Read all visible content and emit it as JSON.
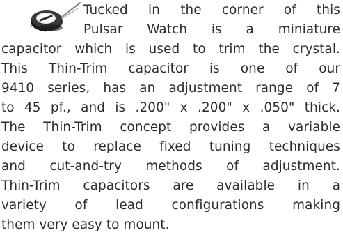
{
  "article": {
    "lines": [
      "Tucked in the corner of this",
      "Pulsar Watch is a miniature",
      "capacitor which is used to trim the crystal.",
      "This Thin-Trim capacitor is one of our",
      "9410 series, has an adjustment range of 7",
      "to 45 pf., and is .200\" x .200\" x .050\" thick.",
      "The Thin-Trim concept provides a variable",
      "device to replace fixed tuning techniques",
      "and cut-and-try methods of adjustment.",
      "Thin-Trim capacitors are available in a",
      "variety of lead configurations making",
      "them very easy to mount."
    ]
  },
  "image": {
    "icon": "trimmer-capacitor-icon",
    "body_color": "#2b2b2b",
    "highlight_color": "#ffffff",
    "lead_color": "#8a8a8a"
  }
}
